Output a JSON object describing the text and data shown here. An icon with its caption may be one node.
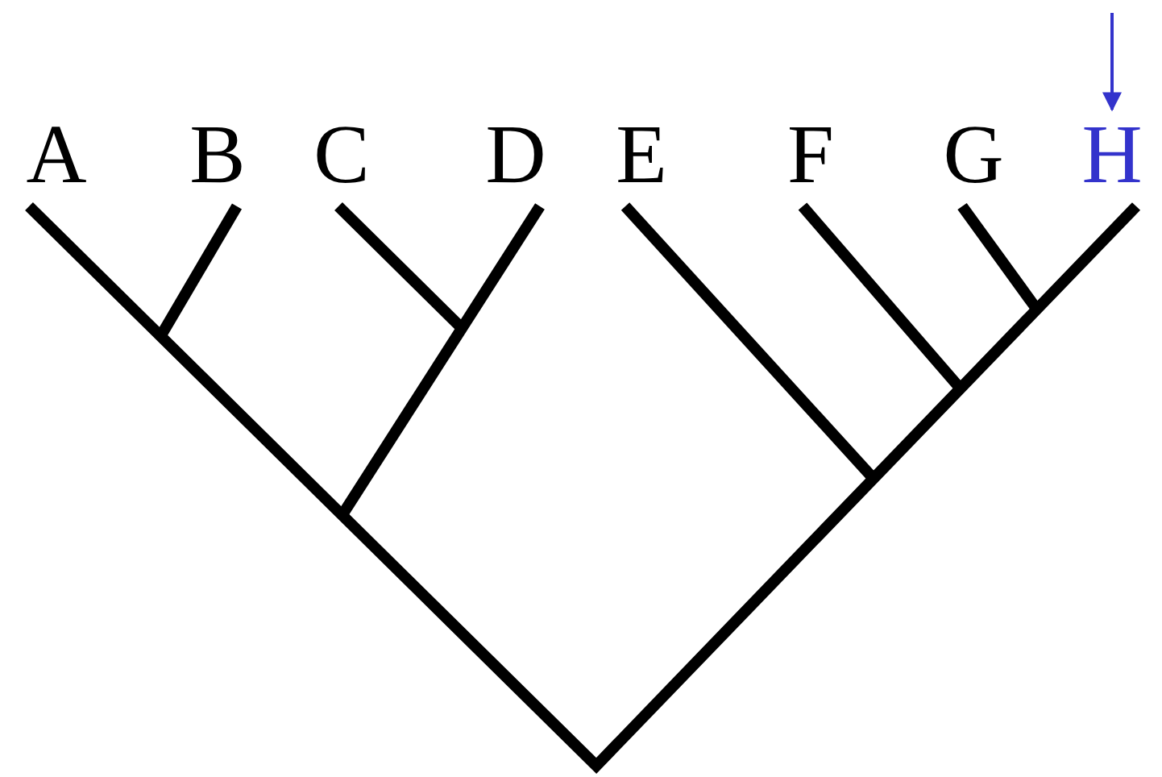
{
  "diagram": {
    "nodes": [
      {
        "text": [
          "A"
        ]
      },
      {
        "text": [
          "B"
        ]
      },
      {
        "text": [
          "C"
        ]
      },
      {
        "text": [
          "D"
        ]
      },
      {
        "text": [
          "E"
        ]
      },
      {
        "text": [
          "F"
        ]
      },
      {
        "text": [
          "G"
        ]
      },
      {
        "text": [
          "H"
        ]
      }
    ],
    "edges": [
      {
        "from": null,
        "to": 7,
        "arrow": "to",
        "color": "#3333cc"
      }
    ]
  }
}
